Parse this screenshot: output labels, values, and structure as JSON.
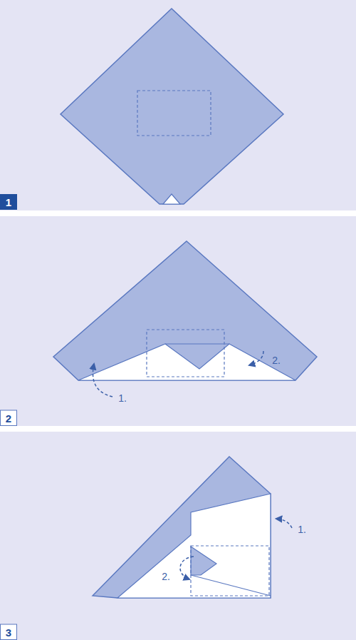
{
  "diagram": {
    "labels": [
      "1",
      "2",
      "1.",
      "2.",
      "3",
      "1.",
      "2."
    ]
  }
}
